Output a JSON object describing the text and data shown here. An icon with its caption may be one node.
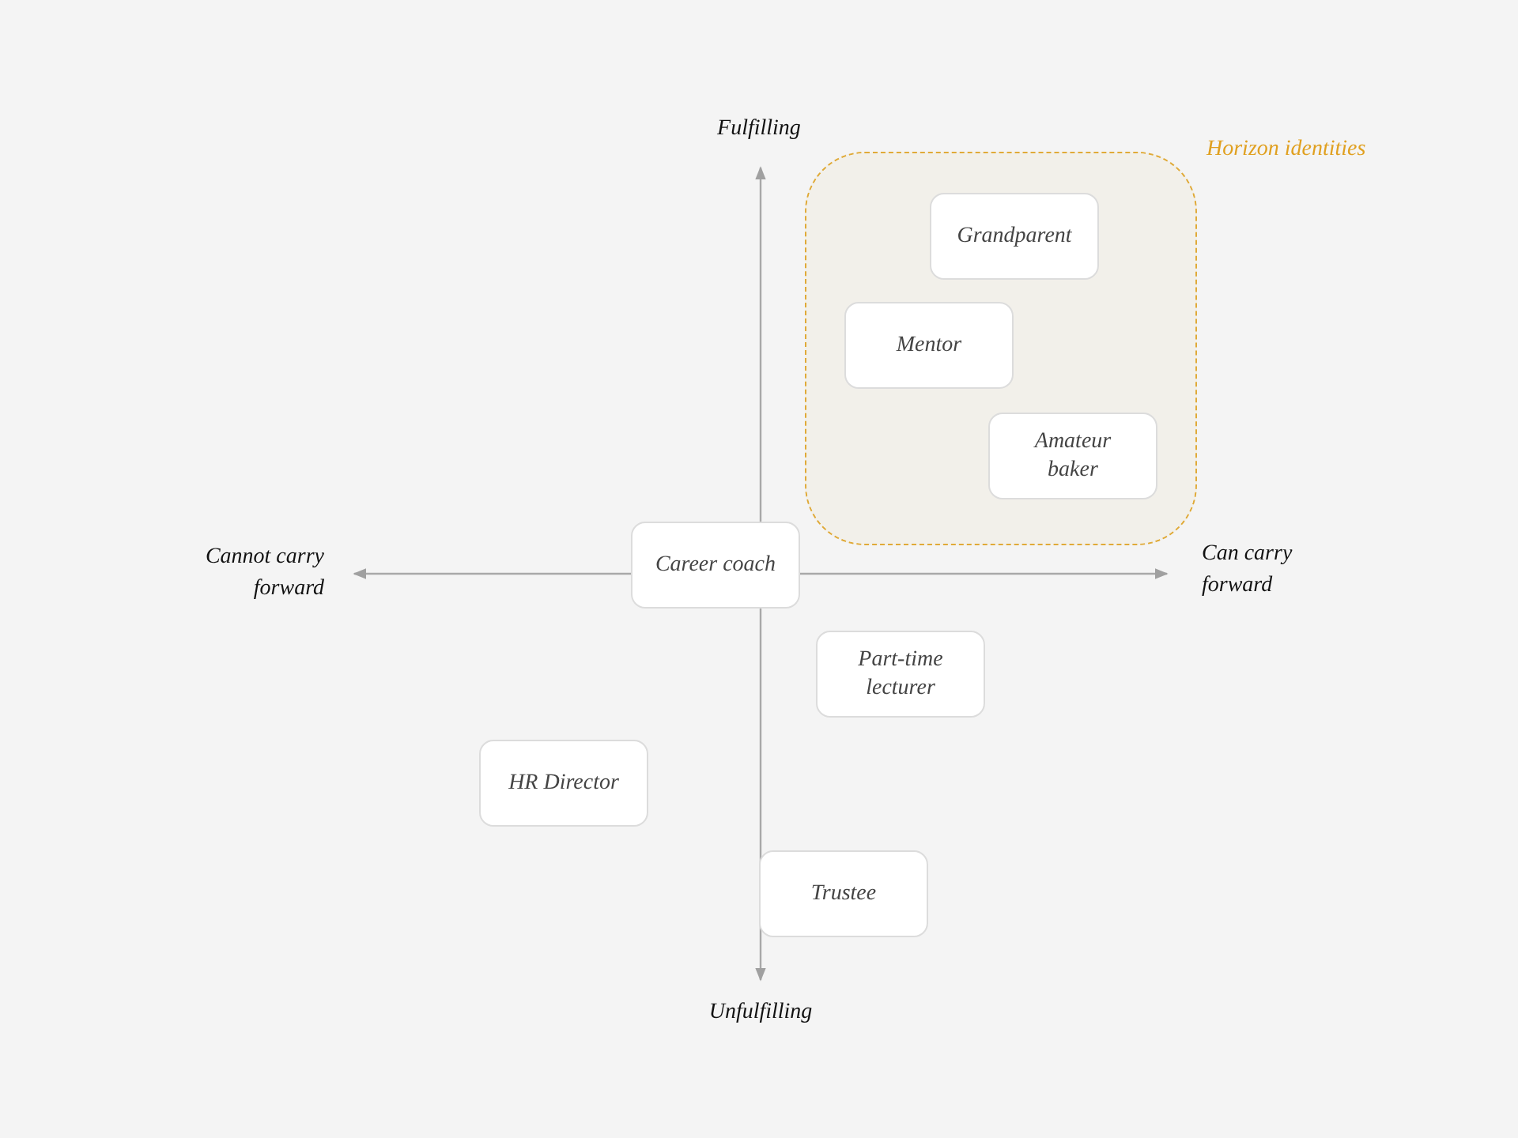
{
  "diagram": {
    "nodes": [
      {
        "text": [
          "Horizon identities"
        ]
      },
      {
        "text": [
          "Grandparent"
        ],
        "in": 0
      },
      {
        "text": [
          "Mentor"
        ],
        "in": 0
      },
      {
        "text": [
          "Amateur baker"
        ],
        "in": 0
      },
      {
        "text": [
          "Career coach"
        ]
      },
      {
        "text": [
          "Part-time lecturer"
        ]
      },
      {
        "text": [
          "HR Director"
        ]
      },
      {
        "text": [
          "Trustee"
        ]
      }
    ],
    "labels": [
      "Fulfilling",
      "Cannot carry forward",
      "Can carry forward",
      "Unfulfilling"
    ]
  }
}
